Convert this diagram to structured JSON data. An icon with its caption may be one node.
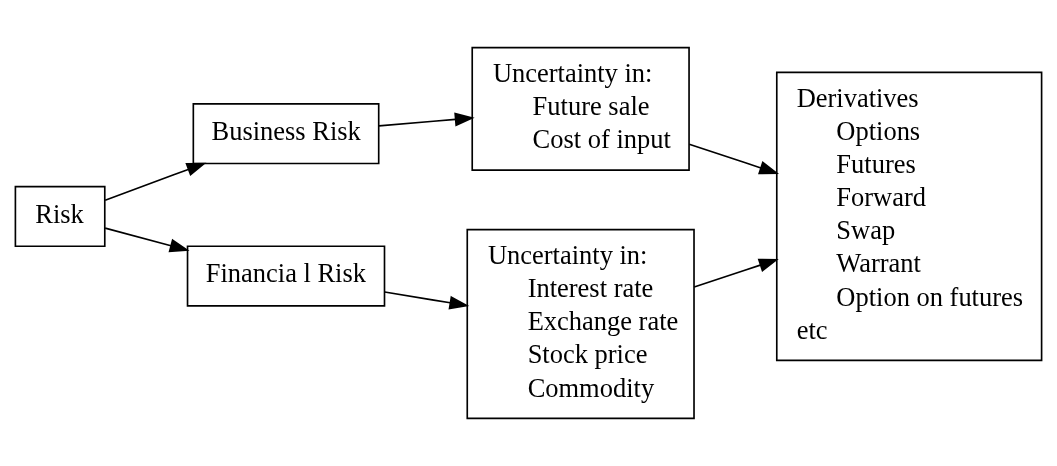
{
  "diagram": {
    "nodes": [
      {
        "text": [
          "Risk"
        ]
      },
      {
        "text": [
          "Business Risk"
        ]
      },
      {
        "text": [
          "Financia l Risk"
        ]
      },
      {
        "text": [
          "Uncertainty in:",
          "Future sale",
          "Cost of input"
        ]
      },
      {
        "text": [
          "Uncertainty in:",
          "Interest rate",
          "Exchange rate",
          "Stock price",
          "Commodity"
        ]
      },
      {
        "text": [
          "Derivatives",
          "Options",
          "Futures",
          "Forward",
          "Swap",
          "Warrant",
          "Option on futures",
          "etc"
        ]
      }
    ],
    "edges": [
      {
        "from": 0,
        "to": 1,
        "arrow": "to"
      },
      {
        "from": 0,
        "to": 2,
        "arrow": "to"
      },
      {
        "from": 1,
        "to": 3,
        "arrow": "to"
      },
      {
        "from": 2,
        "to": 4,
        "arrow": "to"
      },
      {
        "from": 3,
        "to": 5,
        "arrow": "to"
      },
      {
        "from": 4,
        "to": 5,
        "arrow": "to"
      }
    ]
  }
}
